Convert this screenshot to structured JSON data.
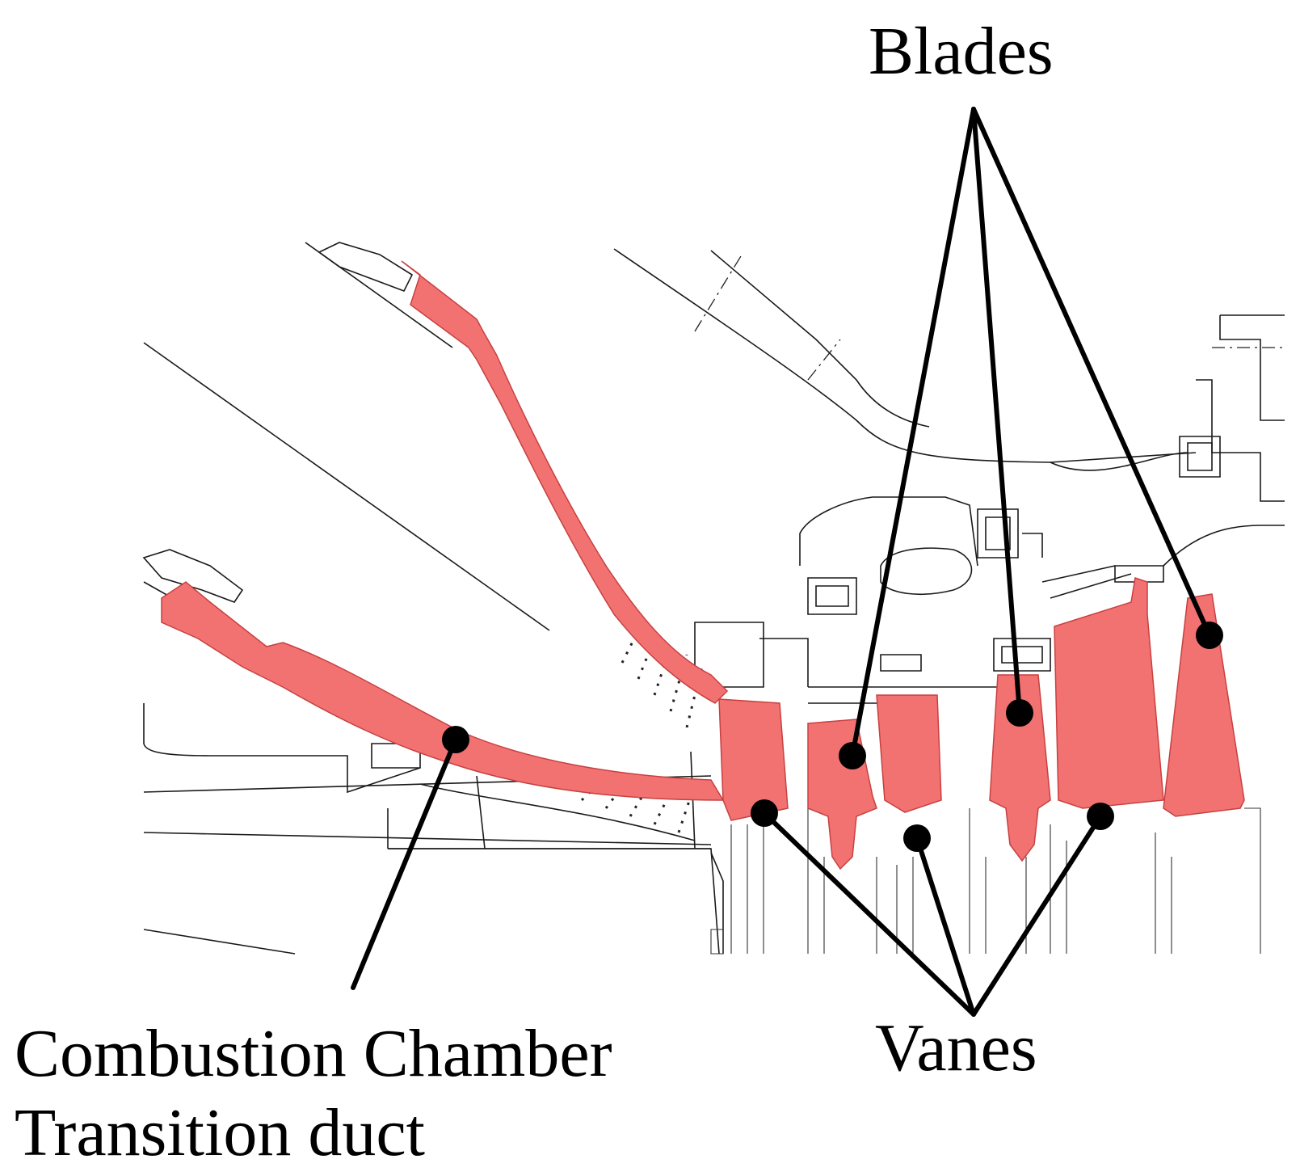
{
  "labels": {
    "blades": "Blades",
    "vanes": "Vanes",
    "combustion_line1": "Combustion Chamber",
    "combustion_line2": "Transition duct"
  },
  "colors": {
    "highlight": "#f27272",
    "line": "#000000",
    "background": "#ffffff"
  }
}
